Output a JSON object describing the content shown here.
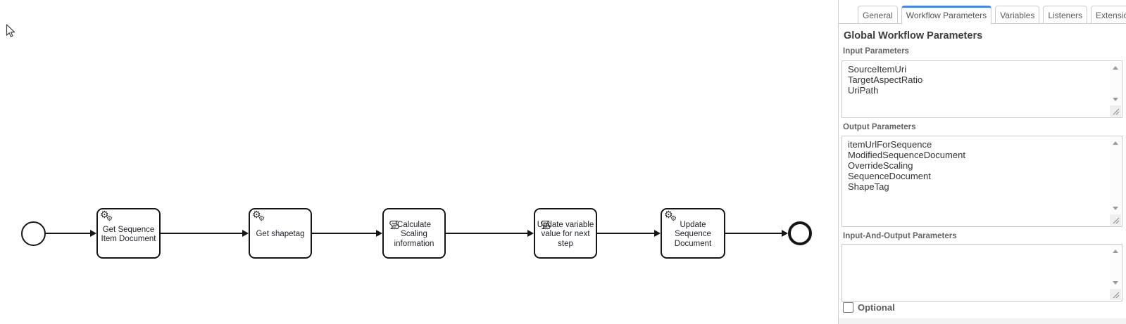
{
  "diagram": {
    "start_event": {
      "name": "start"
    },
    "end_event": {
      "name": "end"
    },
    "tasks": [
      {
        "label": "Get Sequence\nItem Document",
        "type": "service",
        "icon": "service-gears-icon"
      },
      {
        "label": "Get shapetag",
        "type": "service",
        "icon": "service-gears-icon"
      },
      {
        "label": "Calculate\nScaling\ninformation",
        "type": "script",
        "icon": "script-scroll-icon"
      },
      {
        "label": "Update variable\nvalue for next\nstep",
        "type": "script",
        "icon": "script-scroll-icon"
      },
      {
        "label": "Update\nSequence\nDocument",
        "type": "service",
        "icon": "service-gears-icon"
      }
    ]
  },
  "panel": {
    "tabs": [
      {
        "label": "General",
        "active": false
      },
      {
        "label": "Workflow Parameters",
        "active": true
      },
      {
        "label": "Variables",
        "active": false
      },
      {
        "label": "Listeners",
        "active": false
      },
      {
        "label": "Extensions",
        "active": false
      }
    ],
    "title": "Global Workflow Parameters",
    "input_parameters": {
      "label": "Input Parameters",
      "values": [
        "SourceItemUri",
        "TargetAspectRatio",
        "UriPath"
      ]
    },
    "output_parameters": {
      "label": "Output Parameters",
      "values": [
        "itemUrlForSequence",
        "ModifiedSequenceDocument",
        "OverrideScaling",
        "SequenceDocument",
        "ShapeTag"
      ]
    },
    "input_and_output_parameters": {
      "label": "Input-And-Output Parameters",
      "values": []
    },
    "optional": {
      "label": "Optional",
      "checked": false
    }
  },
  "colors": {
    "accent_blue": "#4285f4",
    "panel_border": "#cccccc",
    "diagram_stroke": "#161616",
    "label_gray": "#656565"
  }
}
